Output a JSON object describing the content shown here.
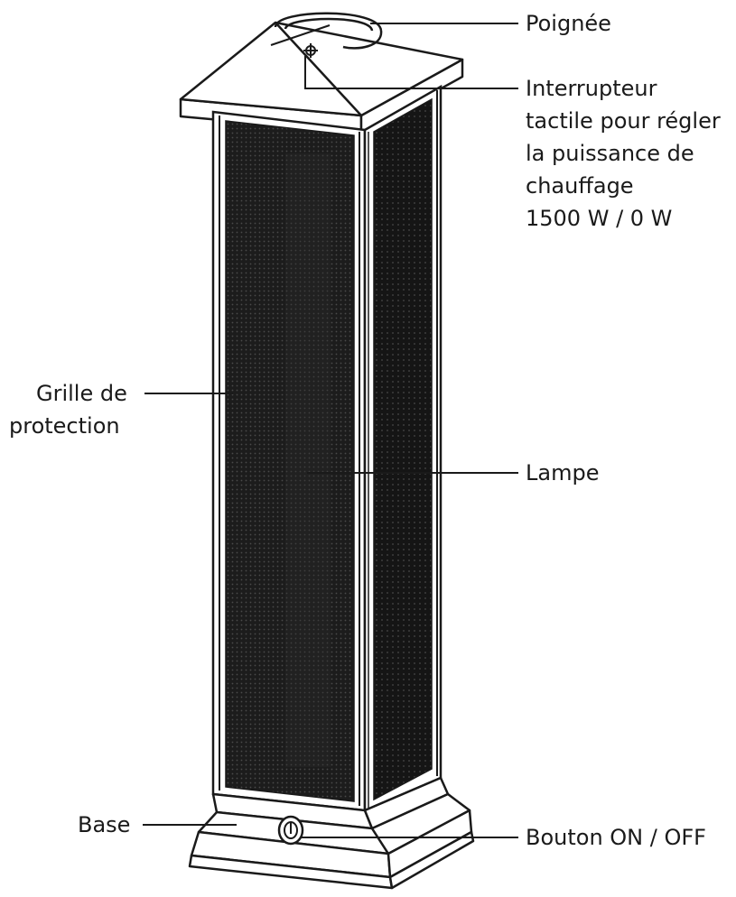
{
  "labels": {
    "handle": "Poignée",
    "switch": [
      "Interrupteur",
      "tactile pour régler",
      "la puissance de",
      "chauffage",
      "1500 W / 0 W"
    ],
    "grille": [
      "Grille de",
      "protection"
    ],
    "lamp": "Lampe",
    "base": "Base",
    "power_button": "Bouton ON / OFF"
  },
  "colors": {
    "ink": "#1a1a1a",
    "mesh": "#1c1c1c",
    "mesh_light": "#3a3a3a",
    "paper": "#ffffff"
  }
}
